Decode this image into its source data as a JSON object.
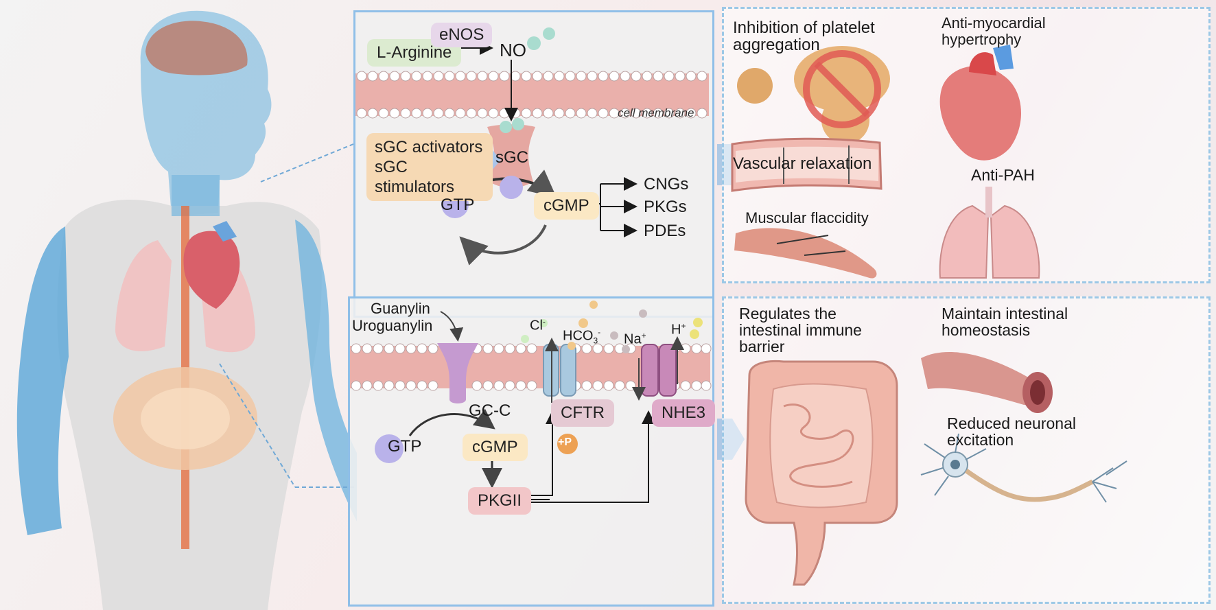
{
  "top_pathway": {
    "l_arginine": "L-Arginine",
    "enos": "eNOS",
    "no": "NO",
    "cell_membrane": "cell membrane",
    "sgc_activators": "sGC activators",
    "sgc_stimulators": "sGC stimulators",
    "sgc": "sGC",
    "gtp": "GTP",
    "cgmp": "cGMP",
    "targets": [
      "CNGs",
      "PKGs",
      "PDEs"
    ]
  },
  "top_effects": {
    "platelet": "Inhibition of platelet\naggregation",
    "myocardial": "Anti-myocardial\nhypertrophy",
    "vascular": "Vascular relaxation",
    "pah": "Anti-PAH",
    "muscular": "Muscular flaccidity"
  },
  "bottom_pathway": {
    "guanylin": "Guanylin",
    "uroguanylin": "Uroguanylin",
    "cl": "Cl",
    "cl_sup": "-",
    "hco3": "HCO",
    "hco3_sub": "3",
    "hco3_sup": "-",
    "na": "Na",
    "na_sup": "+",
    "h": "H",
    "h_sup": "+",
    "gcc": "GC-C",
    "gtp": "GTP",
    "cgmp": "cGMP",
    "cftr": "CFTR",
    "nhe3": "NHE3",
    "phos": "+P",
    "pkgii": "PKGII"
  },
  "bottom_effects": {
    "immune": "Regulates the\nintestinal immune\nbarrier",
    "homeostasis": "Maintain intestinal\nhomeostasis",
    "neuronal": "Reduced neuronal\nexcitation"
  },
  "colors": {
    "panel_border": "#8fbfe8",
    "membrane": "#e8a7a3",
    "gtp_ball": "#b9b2ea",
    "no_ball": "#a9dccf"
  }
}
